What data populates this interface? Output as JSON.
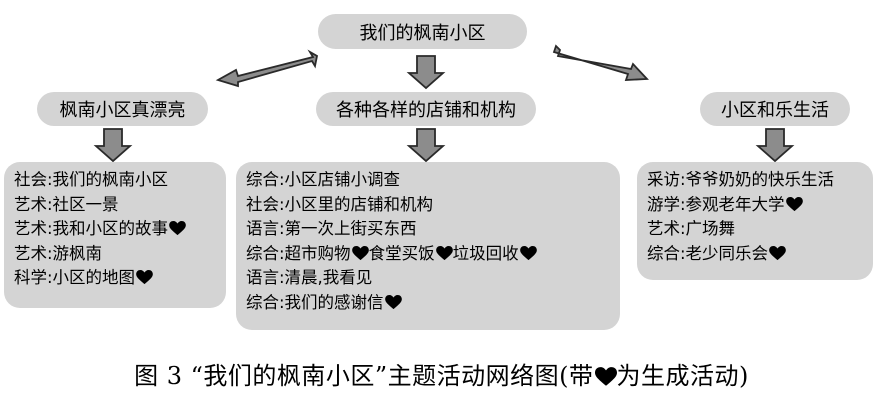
{
  "root": {
    "label": "我们的枫南小区"
  },
  "branches": [
    {
      "title": "枫南小区真漂亮",
      "items": [
        {
          "text": "社会:我们的枫南小区",
          "generated": false
        },
        {
          "text": "艺术:社区一景",
          "generated": false
        },
        {
          "text": "艺术:我和小区的故事",
          "generated": true
        },
        {
          "text": "艺术:游枫南",
          "generated": false
        },
        {
          "text": "科学:小区的地图",
          "generated": true
        }
      ]
    },
    {
      "title": "各种各样的店铺和机构",
      "items": [
        {
          "text": "综合:小区店铺小调查",
          "generated": false
        },
        {
          "text": "社会:小区里的店铺和机构",
          "generated": false
        },
        {
          "text": "语言:第一次上街买东西",
          "generated": false
        },
        {
          "segments": [
            "综合:超市购物",
            "食堂买饭",
            "垃圾回收"
          ],
          "generated": true
        },
        {
          "text": "语言:清晨,我看见",
          "generated": false
        },
        {
          "text": "综合:我们的感谢信",
          "generated": true
        }
      ]
    },
    {
      "title": "小区和乐生活",
      "items": [
        {
          "text": "采访:爷爷奶奶的快乐生活",
          "generated": false
        },
        {
          "text": "游学:参观老年大学",
          "generated": true
        },
        {
          "text": "艺术:广场舞",
          "generated": false
        },
        {
          "text": "综合:老少同乐会",
          "generated": true
        }
      ]
    }
  ],
  "caption": {
    "prefix": "图 3  “我们的枫南小区”主题活动网络图(带",
    "suffix": "为生成活动)"
  },
  "icons": {
    "generated_marker": "heart-icon"
  },
  "colors": {
    "node_fill": "#d4d4d4",
    "arrow_fill": "#8c8c8c",
    "arrow_stroke": "#2a2a2a",
    "heart": "#000000"
  }
}
